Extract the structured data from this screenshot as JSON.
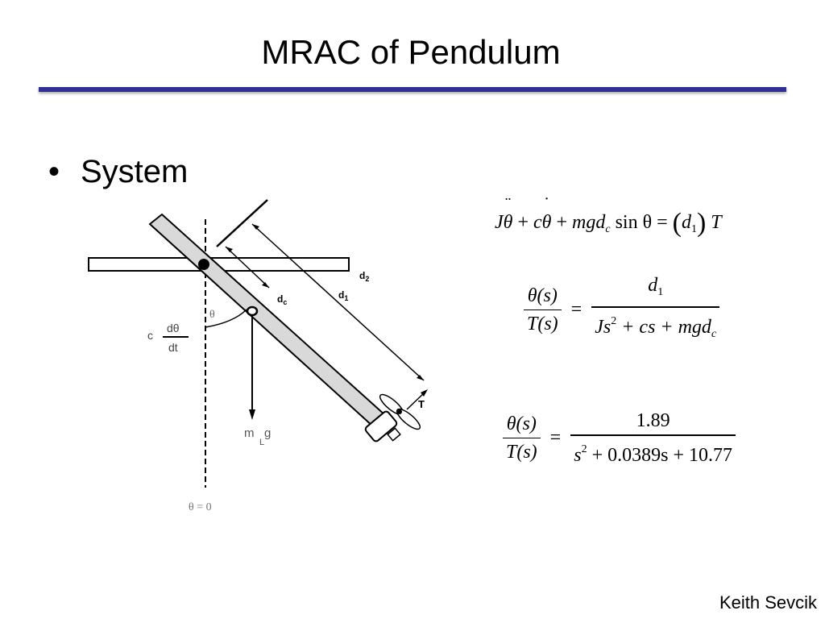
{
  "slide": {
    "title": "MRAC of Pendulum",
    "bullet": "System",
    "author": "Keith Sevcik"
  },
  "diagram": {
    "label_d2": "d",
    "label_d2_sub": "2",
    "label_d1": "d",
    "label_d1_sub": "1",
    "label_dc": "d",
    "label_dc_sub": "c",
    "label_T": "T",
    "label_theta": "θ",
    "label_c": "c",
    "label_dtheta": "dθ",
    "label_dt": "dt",
    "label_m": "m",
    "label_L": "L",
    "label_g": "g",
    "label_theta_zero": "θ = 0"
  },
  "equations": {
    "eq1": {
      "J": "J",
      "theta_ddot": "θ",
      "plus1": " + ",
      "c": "c",
      "theta_dot": "θ",
      "plus2": " + ",
      "mgd": "mgd",
      "sub_c": "c",
      "sin_theta": " sin θ = ",
      "paren_open": "(",
      "d": "d",
      "sub_1": "1",
      "paren_close": ")",
      "T": " T"
    },
    "eq2": {
      "num": "θ(s)",
      "den": "T(s)",
      "rhs_num_d": "d",
      "rhs_num_sub": "1",
      "rhs_den_J": "Js",
      "rhs_den_sup": "2",
      "rhs_den_rest": " + cs + mgd",
      "rhs_den_sub": "c"
    },
    "eq3": {
      "num": "θ(s)",
      "den": "T(s)",
      "rhs_num": "1.89",
      "rhs_den_s": "s",
      "rhs_den_sup": "2",
      "rhs_den_rest": " + 0.0389s + 10.77"
    }
  }
}
